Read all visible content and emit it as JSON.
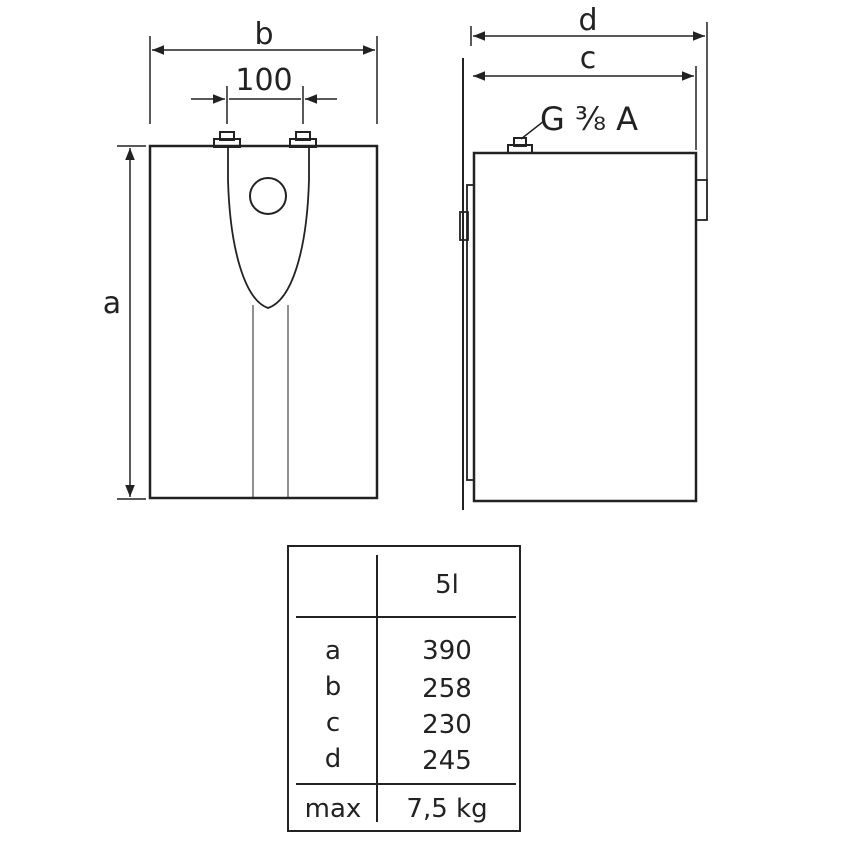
{
  "drawing": {
    "labels": {
      "a": "a",
      "b": "b",
      "c": "c",
      "d": "d",
      "spacing": "100",
      "thread": "G ⅜ A"
    }
  },
  "table": {
    "header": "5l",
    "rows": [
      {
        "key": "a",
        "value": "390"
      },
      {
        "key": "b",
        "value": "258"
      },
      {
        "key": "c",
        "value": "230"
      },
      {
        "key": "d",
        "value": "245"
      }
    ],
    "footer": {
      "key": "max",
      "value": "7,5 kg"
    }
  }
}
